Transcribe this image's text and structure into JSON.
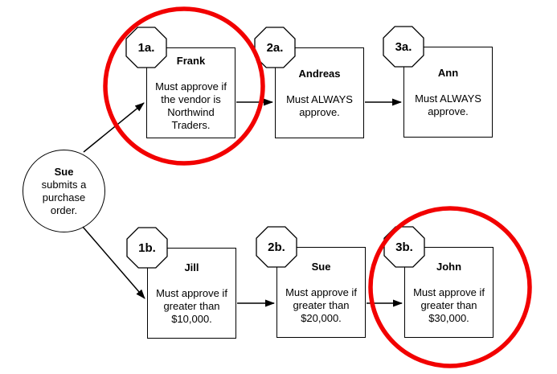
{
  "colors": {
    "highlight_red": "#f20000",
    "line_black": "#000000",
    "background": "#ffffff"
  },
  "start_node": {
    "title": "Sue",
    "body_lines": [
      "submits a",
      "purchase",
      "order."
    ]
  },
  "nodes": [
    {
      "id": "1a",
      "badge": "1a.",
      "name": "Frank",
      "rule_lines": [
        "Must approve if",
        "the vendor is",
        "Northwind",
        "Traders."
      ],
      "highlighted": true
    },
    {
      "id": "2a",
      "badge": "2a.",
      "name": "Andreas",
      "rule_lines": [
        "Must ALWAYS",
        "approve."
      ],
      "highlighted": false
    },
    {
      "id": "3a",
      "badge": "3a.",
      "name": "Ann",
      "rule_lines": [
        "Must ALWAYS",
        "approve."
      ],
      "highlighted": false
    },
    {
      "id": "1b",
      "badge": "1b.",
      "name": "Jill",
      "rule_lines": [
        "Must approve if",
        "greater than",
        "$10,000."
      ],
      "highlighted": false
    },
    {
      "id": "2b",
      "badge": "2b.",
      "name": "Sue",
      "rule_lines": [
        "Must approve if",
        "greater than",
        "$20,000."
      ],
      "highlighted": false
    },
    {
      "id": "3b",
      "badge": "3b.",
      "name": "John",
      "rule_lines": [
        "Must approve if",
        "greater than",
        "$30,000."
      ],
      "highlighted": true
    }
  ]
}
